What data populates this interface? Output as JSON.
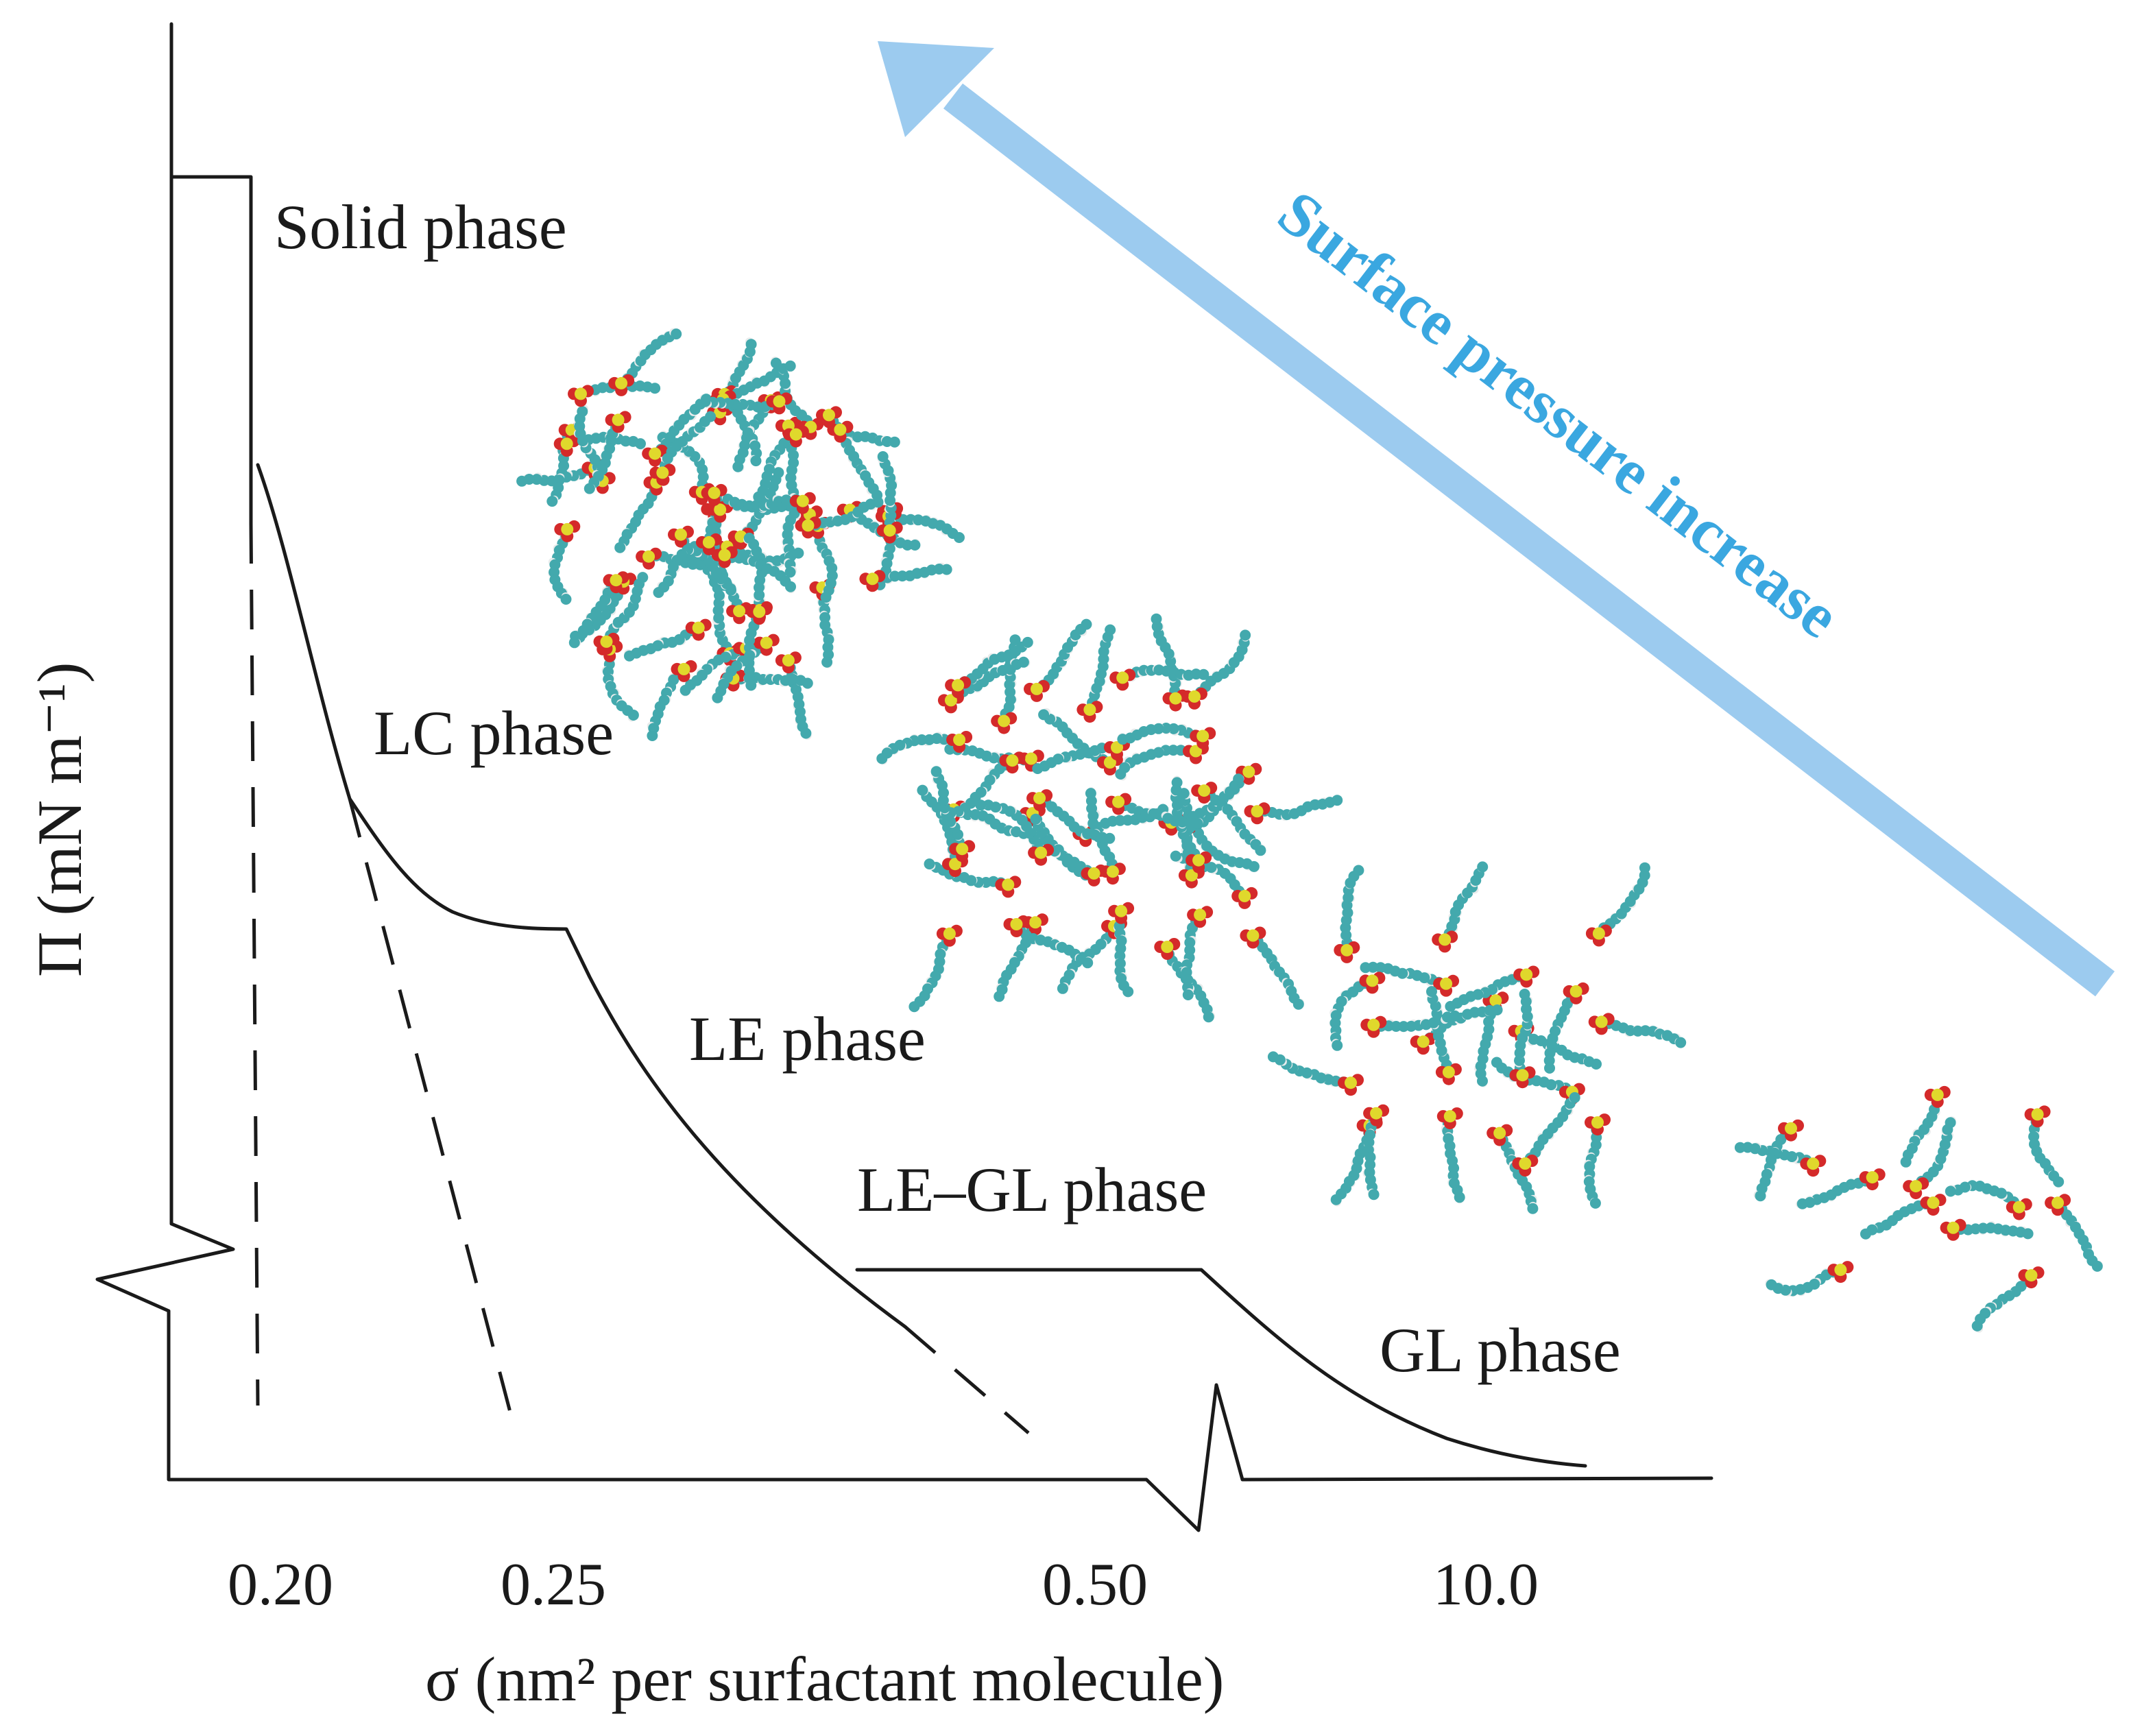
{
  "axes": {
    "y_label": "Π (mN m⁻¹)",
    "x_label": "σ (nm² per surfactant molecule)",
    "x_ticks": [
      "0.20",
      "0.25",
      "0.50",
      "10.0"
    ]
  },
  "phases": {
    "solid": "Solid phase",
    "lc": "LC phase",
    "le": "LE phase",
    "le_gl": "LE–GL phase",
    "gl": "GL phase"
  },
  "arrow": {
    "label": "Surface pressure increase",
    "color": "#9ccbef"
  },
  "molecule_colors": {
    "carbon": "#43a9ad",
    "hydrogen": "#e8ecec",
    "oxygen": "#d42a2a",
    "sulfur": "#e0d82c"
  }
}
